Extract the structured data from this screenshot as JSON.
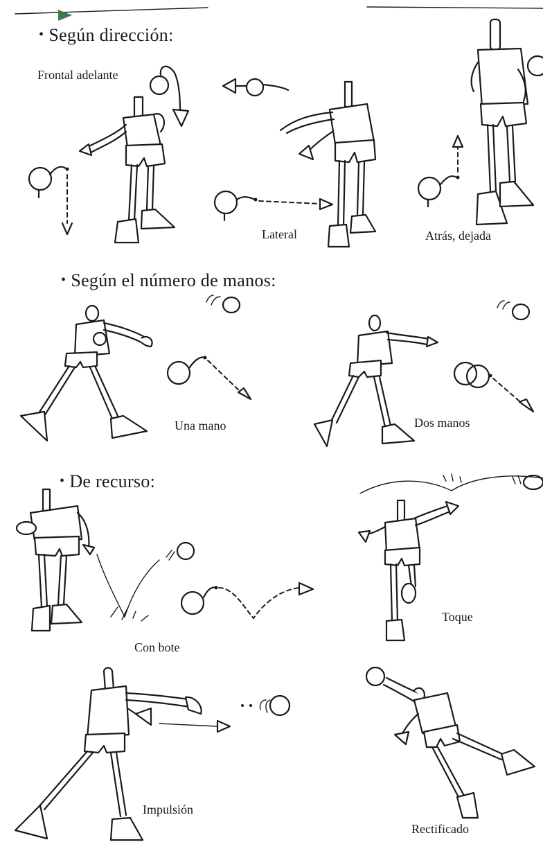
{
  "sections": {
    "direccion": {
      "heading": "Según dirección:",
      "labels": {
        "frontal": "Frontal adelante",
        "lateral": "Lateral",
        "atras": "Atrás, dejada"
      }
    },
    "manos": {
      "heading": "Según el número de manos:",
      "labels": {
        "una": "Una mano",
        "dos": "Dos manos"
      }
    },
    "recurso": {
      "heading": "De recurso:",
      "labels": {
        "bote": "Con bote",
        "toque": "Toque",
        "impulsion": "Impulsión",
        "rectificado": "Rectificado"
      }
    }
  },
  "colors": {
    "ink": "#1a1a1a",
    "accent_arrow": "#3f7a4e",
    "paper": "#ffffff"
  },
  "bullet": "•"
}
